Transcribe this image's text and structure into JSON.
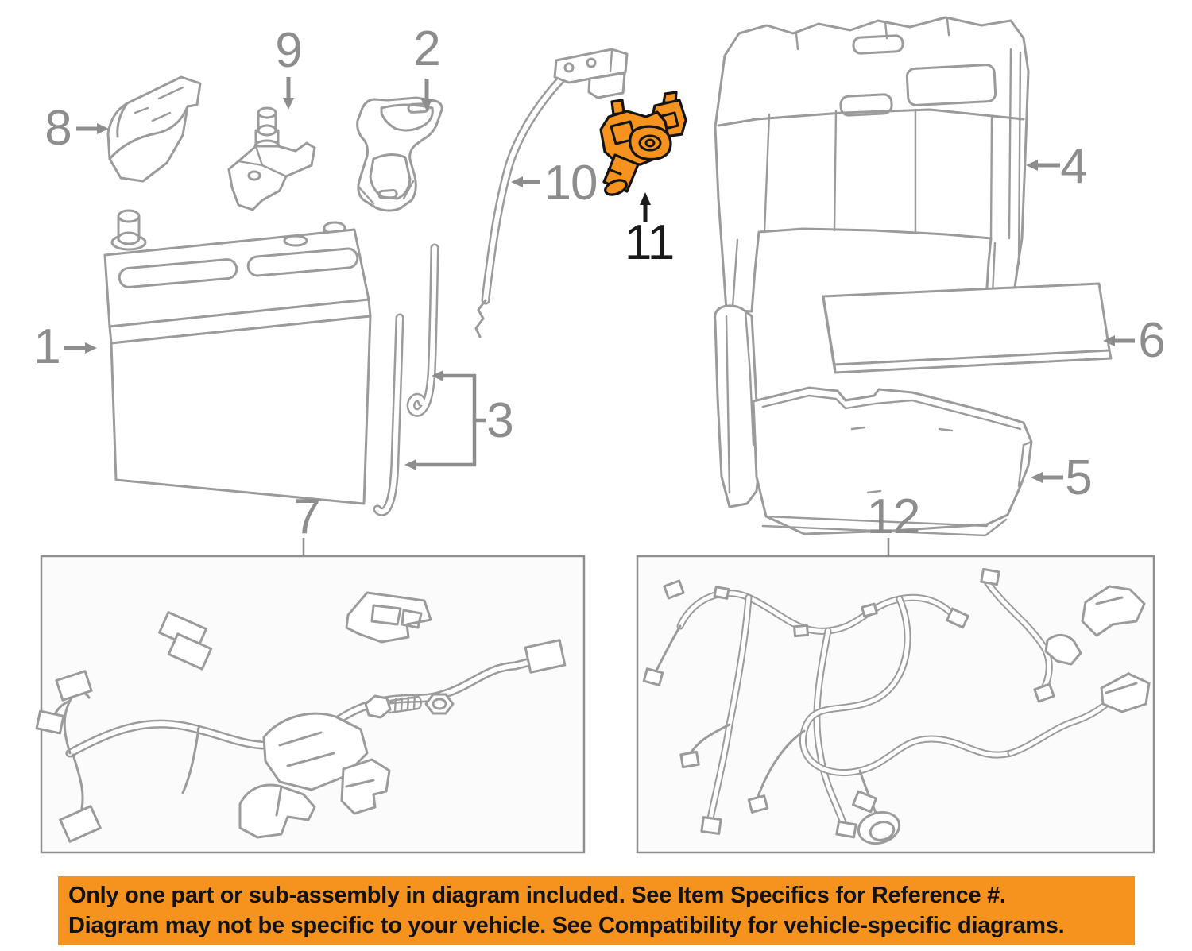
{
  "diagram": {
    "line_color": "#9B9B9B",
    "label_color": "#8D8D8D",
    "highlight_color": "#F6921E",
    "highlight_outline": "#141414",
    "highlight_label_color": "#1A1A1A",
    "parts": [
      {
        "ref": "1",
        "name": "battery"
      },
      {
        "ref": "2",
        "name": "battery-setting-bracket"
      },
      {
        "ref": "3",
        "name": "battery-hold-down-rods"
      },
      {
        "ref": "4",
        "name": "battery-box-cover"
      },
      {
        "ref": "5",
        "name": "battery-tray"
      },
      {
        "ref": "6",
        "name": "battery-insulator-pad"
      },
      {
        "ref": "7",
        "name": "battery-cable-harness"
      },
      {
        "ref": "8",
        "name": "battery-terminal-cover"
      },
      {
        "ref": "9",
        "name": "battery-terminal"
      },
      {
        "ref": "10",
        "name": "battery-ground-cable"
      },
      {
        "ref": "11",
        "name": "battery-current-sensor",
        "highlighted": true
      },
      {
        "ref": "12",
        "name": "engine-wire-harness"
      }
    ]
  },
  "banner": {
    "background": "#F6921E",
    "text_color": "#121212",
    "line1": "Only one part or sub-assembly in diagram included. See Item Specifics for Reference #.",
    "line2": "Diagram may not be specific to your vehicle. See Compatibility for vehicle-specific diagrams."
  }
}
